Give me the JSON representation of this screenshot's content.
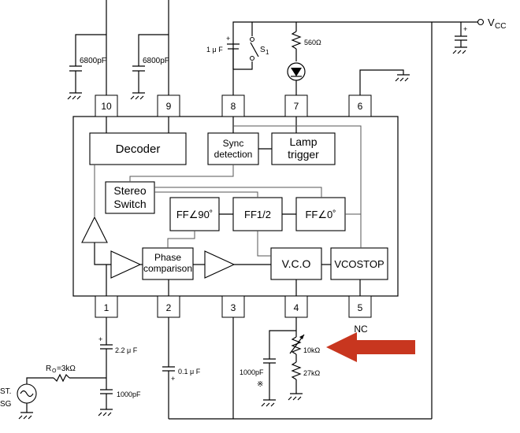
{
  "pins": {
    "p1": "1",
    "p2": "2",
    "p3": "3",
    "p4": "4",
    "p5": "5",
    "p6": "6",
    "p7": "7",
    "p8": "8",
    "p9": "9",
    "p10": "10",
    "nc": "NC"
  },
  "blocks": {
    "decoder": "Decoder",
    "sync_line1": "Sync",
    "sync_line2": "detection",
    "lamp_line1": "Lamp",
    "lamp_line2": "trigger",
    "stereo_line1": "Stereo",
    "stereo_line2": "Switch",
    "ff90": "FF∠90˚",
    "ff12": "FF1/2",
    "ff0": "FF∠0˚",
    "phase_line1": "Phase",
    "phase_line2": "comparison",
    "vco": "V.C.O",
    "vcostop": "VCOSTOP"
  },
  "components": {
    "c10": "6800pF",
    "c9": "6800pF",
    "c8": "1 μ F",
    "s1_label": "S",
    "s1_sub": "1",
    "r560": "560Ω",
    "c1": "2.2 μ F",
    "c2": "0.1 μ F",
    "c_in": "1000pF",
    "r_in": "R",
    "r_in_sub": "O",
    "r_in_val": "=3kΩ",
    "src_line1": "ST.",
    "src_line2": "SG",
    "c4": "1000pF",
    "c4_note": "※",
    "vr": "10kΩ",
    "r27": "27kΩ",
    "vcc": "V",
    "vcc_sub": "CC"
  },
  "annotation": {
    "arrow_color": "#c8361f"
  }
}
